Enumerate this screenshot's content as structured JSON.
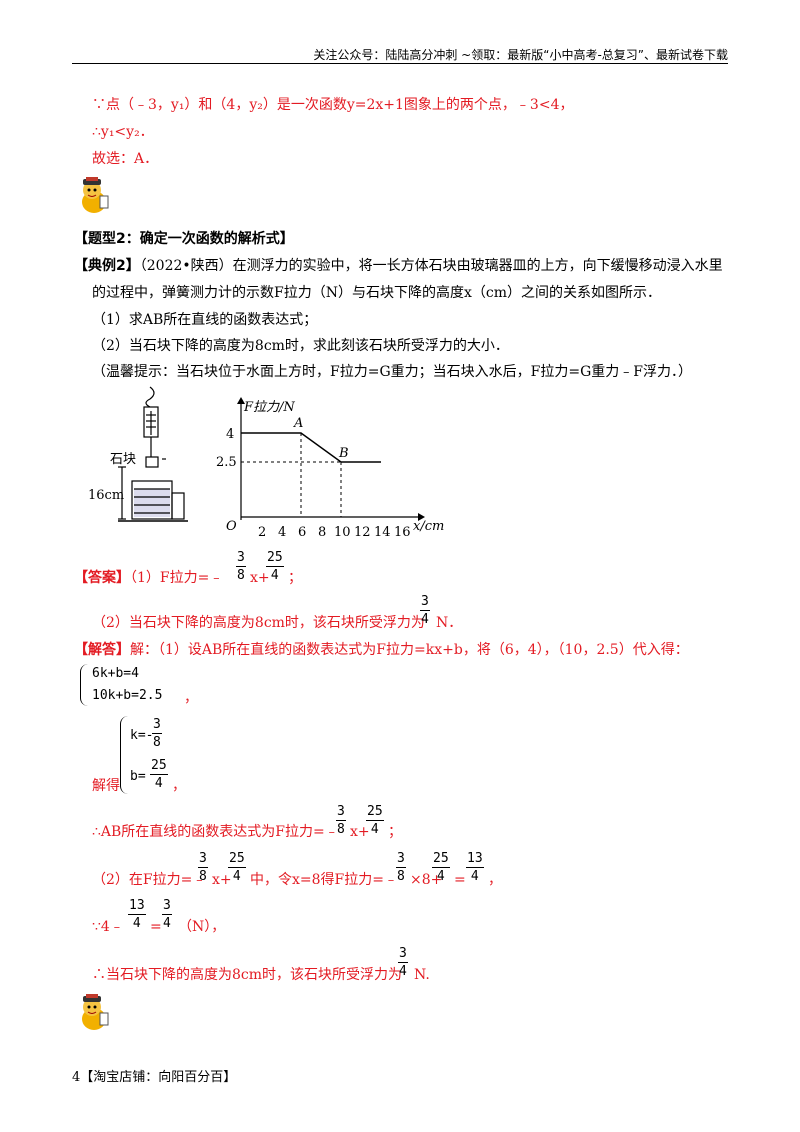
{
  "header": {
    "text": "关注公众号：陆陆高分冲刺  ~领取：最新版“小中高考-总复习”、最新试卷下载"
  },
  "prev": {
    "line1": "∵点（﹣3，y₁）和（4，y₂）是一次函数y=2x+1图象上的两个点，﹣3<4，",
    "line2": "∴y₁<y₂．",
    "line3": "故选：A．"
  },
  "section": {
    "title": "【题型2：确定一次函数的解析式】"
  },
  "example": {
    "tag": "【典例2】",
    "intro1": "（2022•陕西）在测浮力的实验中，将一长方体石块由玻璃器皿的上方，向下缓慢移动浸入水里",
    "intro2": "的过程中，弹簧测力计的示数F拉力（N）与石块下降的高度x（cm）之间的关系如图所示．",
    "q1": "（1）求AB所在直线的函数表达式；",
    "q2": "（2）当石块下降的高度为8cm时，求此刻该石块所受浮力的大小．",
    "hint": "（温馨提示：当石块位于水面上方时，F拉力=G重力；当石块入水后，F拉力=G重力﹣F浮力．）"
  },
  "figure": {
    "stone_label": "石块",
    "depth_label": "16cm",
    "y_axis_label": "F拉力/N",
    "x_axis_label": "x/cm",
    "origin_label": "O",
    "point_a_label": "A",
    "point_b_label": "B",
    "y_ticks": [
      "4",
      "2.5"
    ],
    "x_ticks": [
      "2",
      "4",
      "6",
      "8",
      "10",
      "12",
      "14",
      "16"
    ]
  },
  "answer": {
    "tag": "【答案】",
    "a1_prefix": "（1）F拉力=﹣",
    "a1_f1_num": "3",
    "a1_f1_den": "8",
    "a1_mid": "x+",
    "a1_f2_num": "25",
    "a1_f2_den": "4",
    "a1_end": "；",
    "a2_text": "（2）当石块下降的高度为8cm时，该石块所受浮力为",
    "a2_f_num": "3",
    "a2_f_den": "4",
    "a2_end": "N．"
  },
  "solution": {
    "tag": "【解答】",
    "line1": "解：（1）设AB所在直线的函数表达式为F拉力=kx+b，将（6，4），（10，2.5）代入得：",
    "sys1_eq1": "6k+b=4",
    "sys1_eq2": "10k+b=2.5",
    "sys1_end": "，",
    "solve_label": "解得",
    "sys2_k": "k=-",
    "sys2_k_num": "3",
    "sys2_k_den": "8",
    "sys2_b": "b=",
    "sys2_b_num": "25",
    "sys2_b_den": "4",
    "sys2_end": "，",
    "conc1_text": "∴AB所在直线的函数表达式为F拉力=﹣",
    "conc1_f1_num": "3",
    "conc1_f1_den": "8",
    "conc1_mid": "x+",
    "conc1_f2_num": "25",
    "conc1_f2_den": "4",
    "conc1_end": "；",
    "p2_text": "（2）在F拉力=﹣",
    "p2_f1_num": "3",
    "p2_f1_den": "8",
    "p2_mid1": "x+",
    "p2_f2_num": "25",
    "p2_f2_den": "4",
    "p2_mid2": "中，令x=8得F拉力=﹣",
    "p2_f3_num": "3",
    "p2_f3_den": "8",
    "p2_mid3": "×8+",
    "p2_f4_num": "25",
    "p2_f4_den": "4",
    "p2_eq": "=",
    "p2_f5_num": "13",
    "p2_f5_den": "4",
    "p2_end": "，",
    "since_prefix": "∵4﹣",
    "since_f1_num": "13",
    "since_f1_den": "4",
    "since_eq": "=",
    "since_f2_num": "3",
    "since_f2_den": "4",
    "since_end": "（N），",
    "final_text": "∴当石块下降的高度为8cm时，该石块所受浮力为",
    "final_f_num": "3",
    "final_f_den": "4",
    "final_end": "N."
  },
  "footer": {
    "text": "4【淘宝店铺：向阳百分百】"
  }
}
